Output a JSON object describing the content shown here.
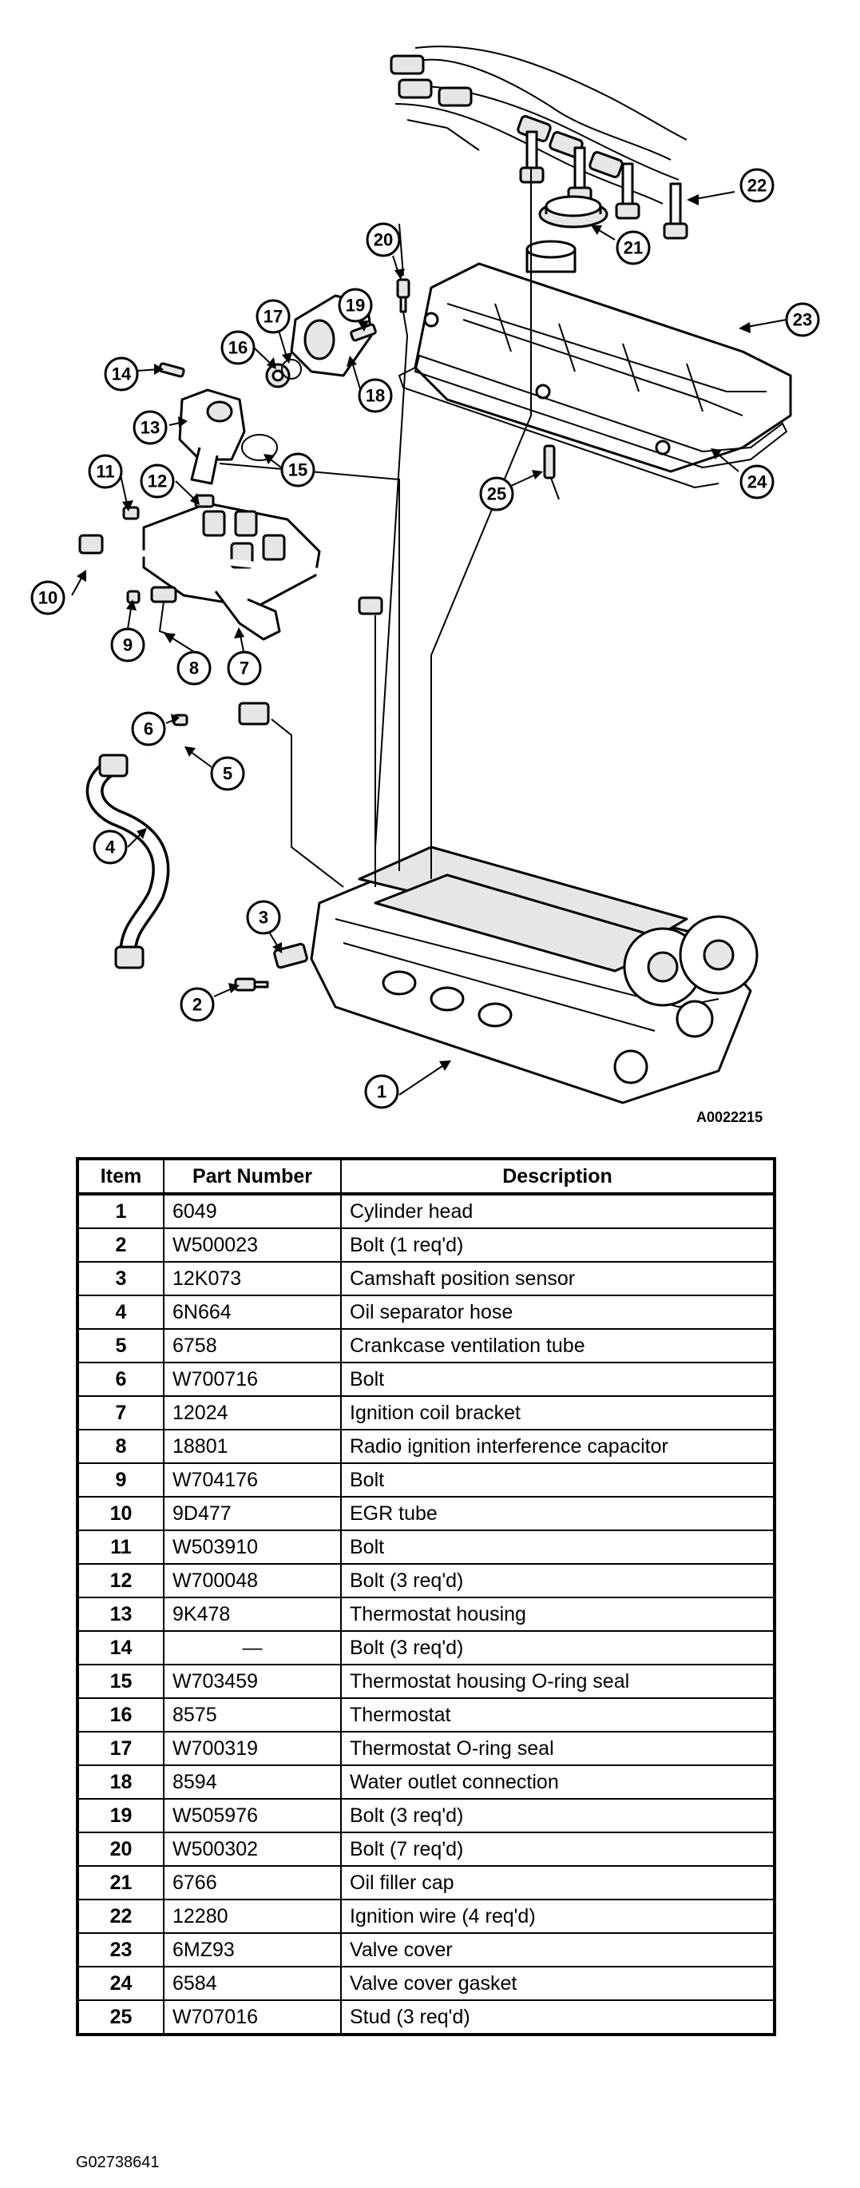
{
  "diagram": {
    "figure_code": "A0022215",
    "callouts": [
      "1",
      "2",
      "3",
      "4",
      "5",
      "6",
      "7",
      "8",
      "9",
      "10",
      "11",
      "12",
      "13",
      "14",
      "15",
      "16",
      "17",
      "18",
      "19",
      "20",
      "21",
      "22",
      "23",
      "24",
      "25"
    ]
  },
  "table": {
    "headers": {
      "item": "Item",
      "part_number": "Part Number",
      "description": "Description"
    },
    "rows": [
      {
        "item": "1",
        "part_number": "6049",
        "description": "Cylinder head"
      },
      {
        "item": "2",
        "part_number": "W500023",
        "description": "Bolt (1 req'd)"
      },
      {
        "item": "3",
        "part_number": "12K073",
        "description": "Camshaft position sensor"
      },
      {
        "item": "4",
        "part_number": "6N664",
        "description": "Oil separator hose"
      },
      {
        "item": "5",
        "part_number": "6758",
        "description": "Crankcase ventilation tube"
      },
      {
        "item": "6",
        "part_number": "W700716",
        "description": "Bolt"
      },
      {
        "item": "7",
        "part_number": "12024",
        "description": "Ignition coil bracket"
      },
      {
        "item": "8",
        "part_number": "18801",
        "description": "Radio ignition interference capacitor"
      },
      {
        "item": "9",
        "part_number": "W704176",
        "description": "Bolt"
      },
      {
        "item": "10",
        "part_number": "9D477",
        "description": "EGR tube"
      },
      {
        "item": "11",
        "part_number": "W503910",
        "description": "Bolt"
      },
      {
        "item": "12",
        "part_number": "W700048",
        "description": "Bolt (3 req'd)"
      },
      {
        "item": "13",
        "part_number": "9K478",
        "description": "Thermostat housing"
      },
      {
        "item": "14",
        "part_number": "—",
        "description": "Bolt (3 req'd)"
      },
      {
        "item": "15",
        "part_number": "W703459",
        "description": "Thermostat housing O-ring seal"
      },
      {
        "item": "16",
        "part_number": "8575",
        "description": "Thermostat"
      },
      {
        "item": "17",
        "part_number": "W700319",
        "description": "Thermostat O-ring seal"
      },
      {
        "item": "18",
        "part_number": "8594",
        "description": "Water outlet connection"
      },
      {
        "item": "19",
        "part_number": "W505976",
        "description": "Bolt (3 req'd)"
      },
      {
        "item": "20",
        "part_number": "W500302",
        "description": "Bolt (7 req'd)"
      },
      {
        "item": "21",
        "part_number": "6766",
        "description": "Oil filler cap"
      },
      {
        "item": "22",
        "part_number": "12280",
        "description": "Ignition wire (4 req'd)"
      },
      {
        "item": "23",
        "part_number": "6MZ93",
        "description": "Valve cover"
      },
      {
        "item": "24",
        "part_number": "6584",
        "description": "Valve cover gasket"
      },
      {
        "item": "25",
        "part_number": "W707016",
        "description": "Stud (3 req'd)"
      }
    ]
  },
  "footer": {
    "code": "G02738641"
  }
}
